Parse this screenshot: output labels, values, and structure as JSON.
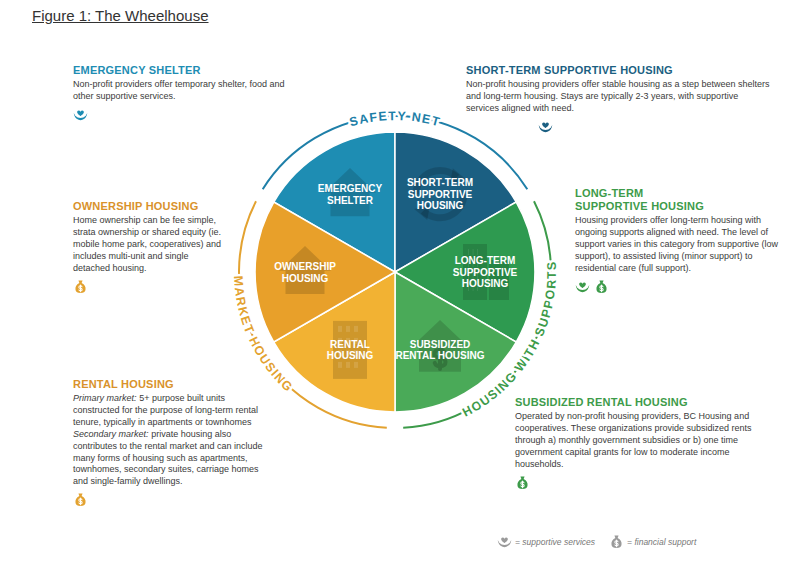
{
  "diagram": {
    "title": "Figure 1: The Wheelhouse",
    "nodes": [
      {
        "text": [
          "EMERGENCY SHELTER"
        ]
      },
      {
        "text": [
          "SHORT-TERM SUPPORTIVE HOUSING"
        ]
      },
      {
        "text": [
          "LONG-TERM SUPPORTIVE HOUSING"
        ]
      },
      {
        "text": [
          "SUBSIDIZED RENTAL HOUSING"
        ]
      },
      {
        "text": [
          "RENTAL HOUSING"
        ]
      },
      {
        "text": [
          "OWNERSHIP HOUSING"
        ]
      }
    ],
    "labels": [
      "SAFETY NET",
      "MARKET HOUSING",
      "HOUSING WITH SUPPORTS",
      "EMERGENCY SHELTER",
      "Non-profit providers offer temporary shelter, food and other supportive services.",
      "SHORT-TERM SUPPORTIVE HOUSING",
      "Non-profit housing providers offer stable housing as a step between shelters and long-term housing. Stays are typically 2-3 years, with supportive services aligned with need.",
      "OWNERSHIP HOUSING",
      "Home ownership can be fee simple, strata ownership or shared equity (ie. mobile home park, cooperatives) and includes multi-unit and single detached housing.",
      "LONG-TERM SUPPORTIVE HOUSING",
      "Housing providers offer long-term housing with ongoing supports aligned with need. The level of support varies in this category from supportive (low support), to assisted living (minor support) to residential care (full support).",
      "RENTAL HOUSING",
      "Primary market:",
      "5+ purpose built units constructed for the purpose of long-term rental tenure, typically in apartments or townhomes",
      "Secondary market:",
      "private housing also contributes to the rental market and can include many forms of housing such as apartments, townhomes, secondary suites, carriage homes and single-family dwellings.",
      "SUBSIDIZED RENTAL HOUSING",
      "Operated by non-profit housing providers, BC Housing and cooperatives. These organizations provide subsidized rents through a) monthly government subsidies or b) one time government capital grants for low to moderate income households."
    ],
    "legend": [
      {
        "text": "= supportive services"
      },
      {
        "text": "= financial support"
      }
    ]
  }
}
